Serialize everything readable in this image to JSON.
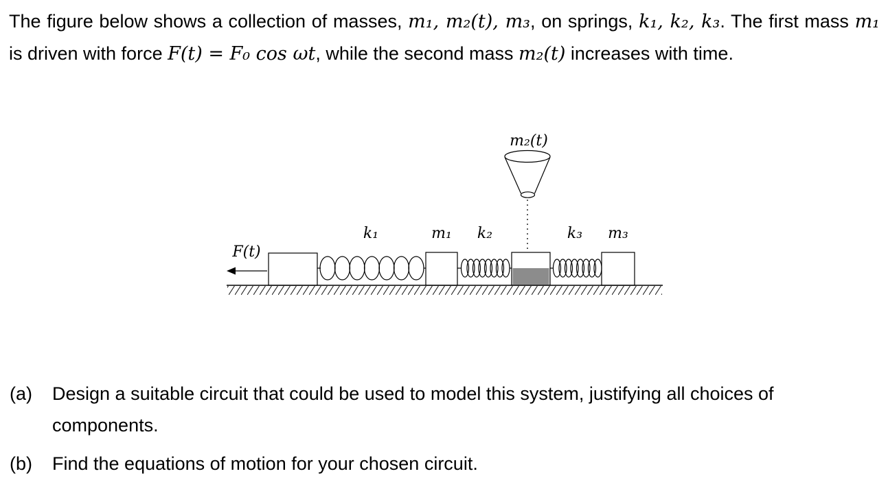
{
  "statement": {
    "s1": "The figure below shows a collection of masses, ",
    "s2": "m₁, m₂(t), m₃",
    "s3": ", on springs, ",
    "s4": "k₁, k₂, k₃",
    "s5": ". The first mass ",
    "s6": "m₁",
    "s7": " is driven with force ",
    "s8": "F(t) = F₀ cos ωt",
    "s9": ", while the second mass ",
    "s10": "m₂(t)",
    "s11": " increases with time."
  },
  "figure": {
    "labels": {
      "m2_top": "m₂(t)",
      "force": "F(t)",
      "k1": "k₁",
      "m1": "m₁",
      "k2": "k₂",
      "k3": "k₃",
      "m3": "m₃"
    },
    "colors": {
      "mass_fill": "#8c8c8c",
      "outline": "#000000"
    }
  },
  "questions": {
    "a_label": "(a)",
    "a_text": "Design a suitable circuit that could be used to model this system, justifying all choices of components.",
    "b_label": "(b)",
    "b_text": "Find the equations of motion for your chosen circuit."
  }
}
